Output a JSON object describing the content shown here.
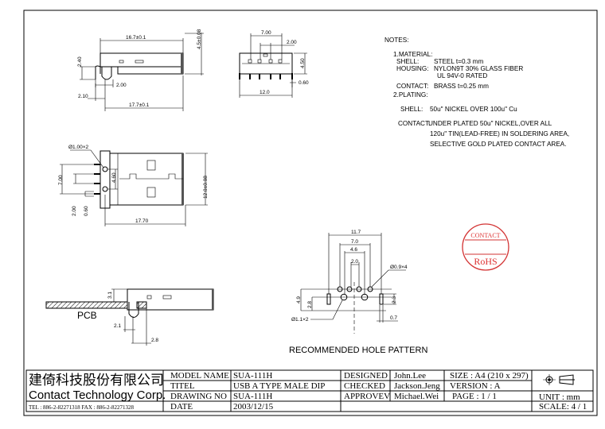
{
  "notes": {
    "heading": "NOTES:",
    "material_heading": "1.MATERIAL:",
    "shell_label": "SHELL:",
    "shell_value": "STEEL  t=0.3 mm",
    "housing_label": "HOUSING:",
    "housing_value": "NYLON9T 30% GLASS FIBER",
    "housing_value2": "UL 94V-0 RATED",
    "contact_label": "CONTACT:",
    "contact_value": "BRASS  t=0.25 mm",
    "plating_heading": "2.PLATING:",
    "plating_shell_label": "SHELL:",
    "plating_shell_value": "50u\" NICKEL OVER 100u\" Cu",
    "plating_contact_label": "CONTACT:",
    "plating_contact_line1": "UNDER PLATED 50u\" NICKEL,OVER ALL",
    "plating_contact_line2": "120u\" TIN(LEAD-FREE) IN SOLDERING AREA,",
    "plating_contact_line3": "SELECTIVE GOLD PLATED CONTACT AREA."
  },
  "side_view": {
    "length_top": "16.7±0.1",
    "height": "4.5±0.08",
    "tab": "2.40",
    "pin_offset": "2.00",
    "pin_pos": "2.10",
    "length_bottom": "17.7±0.1"
  },
  "front_view": {
    "pitch_outer": "7.00",
    "pitch_inner": "2.00",
    "height": "4.50",
    "pin_width": "0.60",
    "width": "12.0"
  },
  "top_view": {
    "hole_callout": "Ø1.00×2",
    "pin_span": "7.00",
    "hole_span": "4.60",
    "pin_pitch": "2.00",
    "pin_width": "0.60",
    "width": "12.0±0.08",
    "length": "17.70"
  },
  "pcb_view": {
    "label": "PCB",
    "height": "3.1",
    "dim_a": "2.1",
    "dim_b": "2.8"
  },
  "hole_pattern": {
    "title": "RECOMMENDED HOLE PATTERN",
    "width": "11.7",
    "outer": "7.0",
    "mid": "4.6",
    "inner": "2.0",
    "small_holes": "Ø0.9×4",
    "large_holes": "Ø1.1×2",
    "height": "4.9",
    "row_offset": "2.8",
    "slot_len": "2.3",
    "slot_width": "0.7"
  },
  "stamp": {
    "top": "CONTACT",
    "bottom": "RoHS",
    "color": "#d33333"
  },
  "title_block": {
    "company_cn": "建倚科技股份有限公司",
    "company_en": "Contact Technology Corp.",
    "phone": "TEL : 886-2-82271318  FAX : 886-2-82271328",
    "model_name_label": "MODEL NAME",
    "model_name": "SUA-111H",
    "title_label": "TITEL",
    "title": "USB A TYPE MALE DIP",
    "drawing_no_label": "DRAWING NO",
    "drawing_no": "SUA-111H",
    "date_label": "DATE",
    "date": "2003/12/15",
    "designed_label": "DESIGNED",
    "designed": "John.Lee",
    "checked_label": "CHECKED",
    "checked": "Jackson.Jeng",
    "approved_label": "APPROVEV",
    "approved": "Michael.Wei",
    "size": "SIZE :   A4 (210 x 297)",
    "version": "VERSION : A",
    "page": "PAGE : 1 / 1",
    "unit": "UNIT : mm",
    "scale": "SCALE: 4 / 1"
  }
}
